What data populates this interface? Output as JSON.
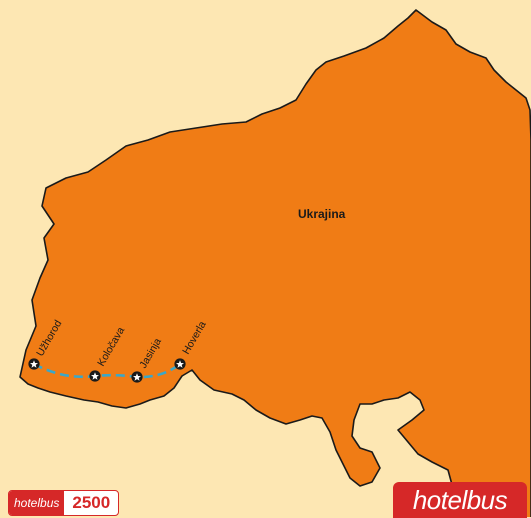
{
  "map": {
    "country_label": "Ukrajina",
    "route_color": "#3aa7c9",
    "land_color": "#f07c15",
    "background_color": "#fde7b3",
    "stops": [
      {
        "name": "Užhorod"
      },
      {
        "name": "Koločava"
      },
      {
        "name": "Jasinja"
      },
      {
        "name": "Hoverla"
      }
    ]
  },
  "badge": {
    "brand": "hotelbus",
    "code": "2500"
  },
  "logo": {
    "text": "hotelbus"
  }
}
